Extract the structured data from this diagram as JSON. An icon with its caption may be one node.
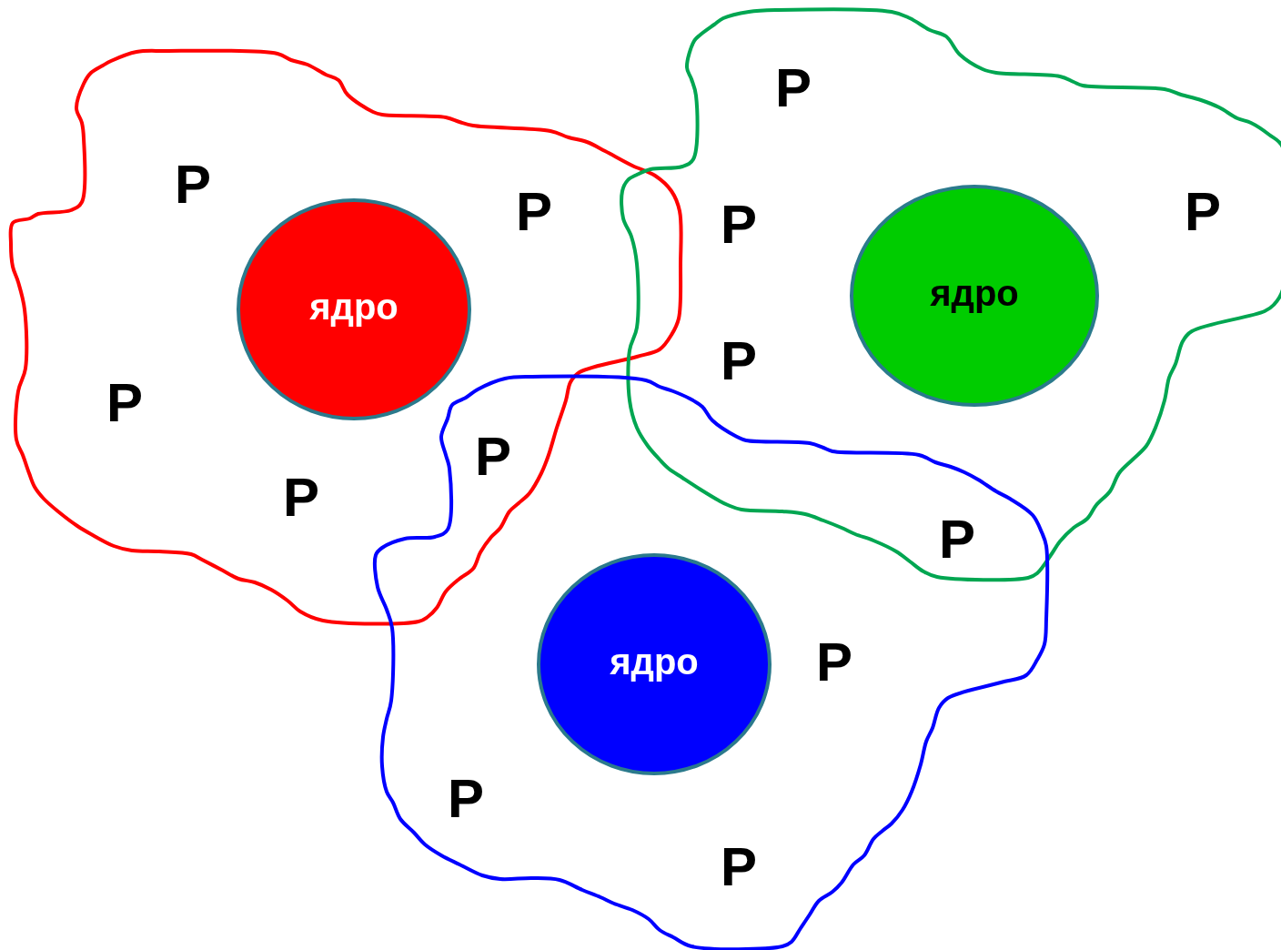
{
  "diagram": {
    "nodes": [
      {
        "text": [],
        "shape": "blob"
      },
      {
        "text": [
          "ядро"
        ],
        "in": 0
      },
      {
        "text": [],
        "shape": "blob"
      },
      {
        "text": [
          "ядро"
        ],
        "in": 2
      },
      {
        "text": [],
        "shape": "blob"
      },
      {
        "text": [
          "ядро"
        ],
        "in": 4
      }
    ],
    "labels": [
      "P",
      "P",
      "P",
      "P",
      "P",
      "P",
      "P",
      "P",
      "P",
      "P",
      "P",
      "P",
      "P"
    ]
  }
}
